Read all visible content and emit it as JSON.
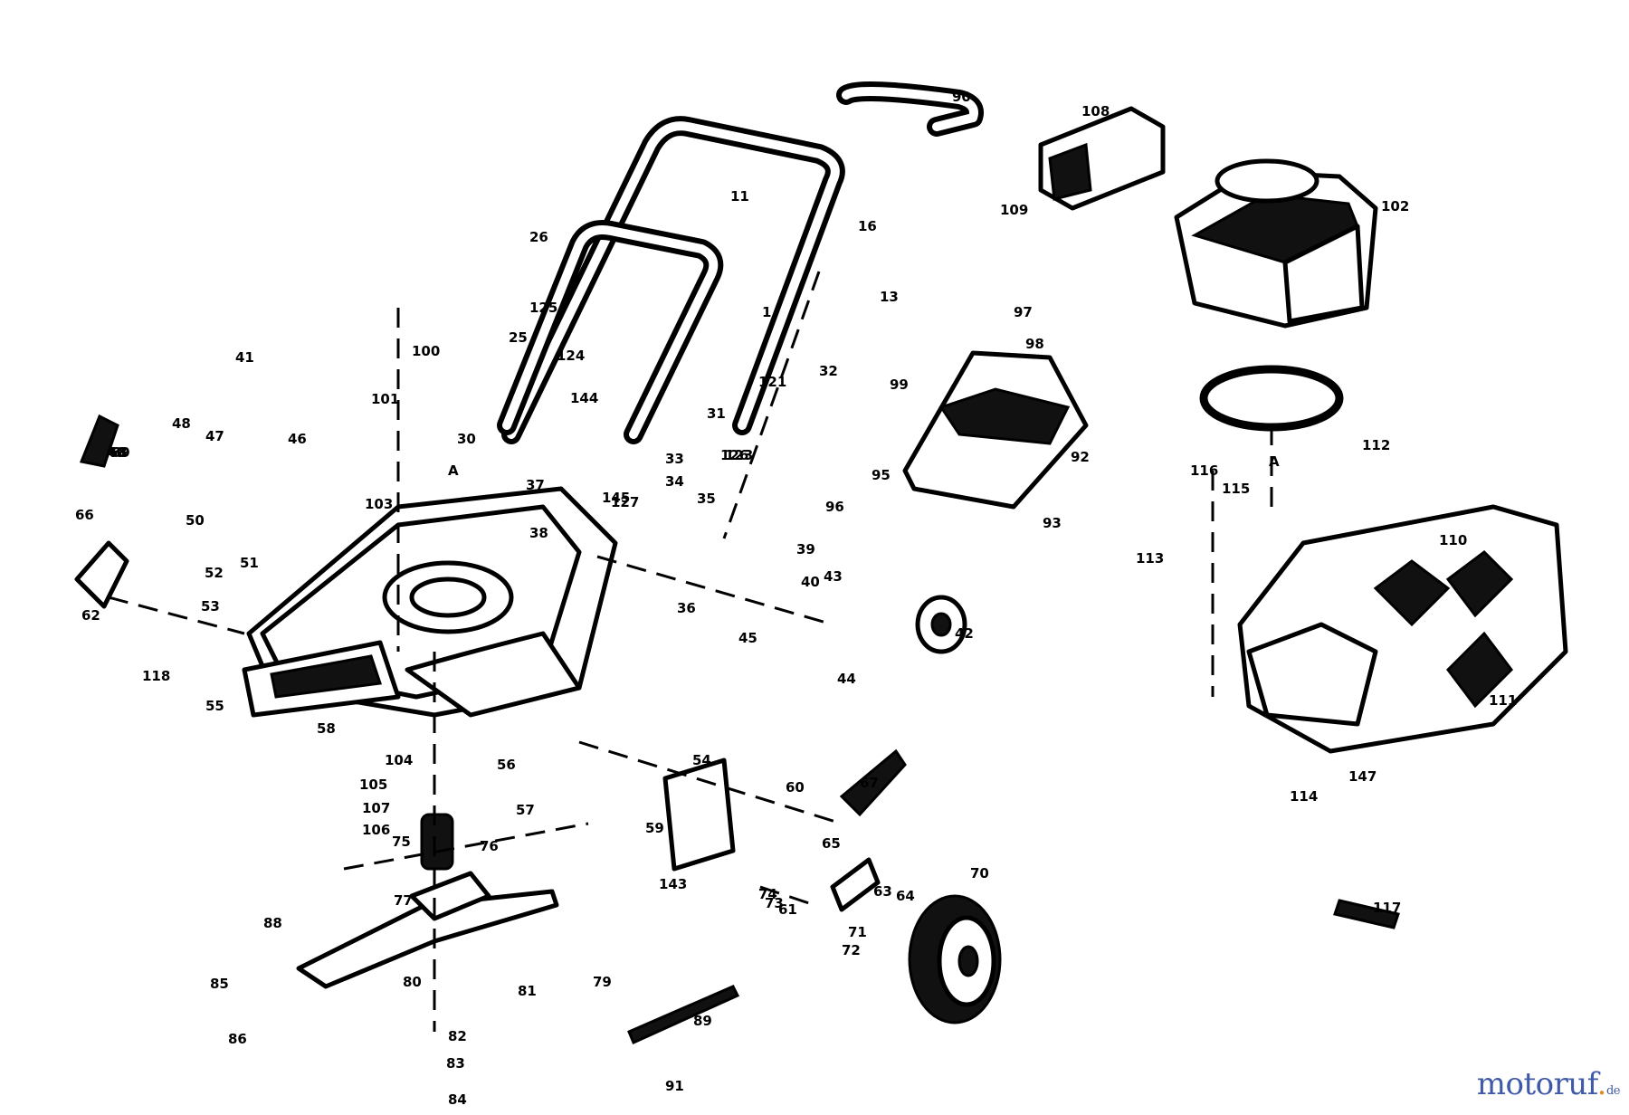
{
  "diagram": {
    "labels": [
      "1",
      "11",
      "13",
      "16",
      "25",
      "26",
      "30",
      "31",
      "32",
      "33",
      "34",
      "35",
      "36",
      "37",
      "38",
      "39",
      "40",
      "41",
      "42",
      "43",
      "44",
      "45",
      "46",
      "47",
      "48",
      "49",
      "50",
      "51",
      "52",
      "53",
      "54",
      "55",
      "56",
      "57",
      "58",
      "59",
      "60",
      "61",
      "62",
      "63",
      "64",
      "65",
      "66",
      "67",
      "68",
      "69",
      "70",
      "71",
      "72",
      "73",
      "74",
      "75",
      "76",
      "77",
      "79",
      "80",
      "81",
      "82",
      "83",
      "84",
      "85",
      "86",
      "88",
      "89",
      "90",
      "91",
      "92",
      "93",
      "95",
      "96",
      "97",
      "98",
      "99",
      "100",
      "101",
      "102",
      "103",
      "104",
      "105",
      "106",
      "107",
      "108",
      "109",
      "110",
      "111",
      "112",
      "113",
      "114",
      "115",
      "116",
      "117",
      "118",
      "121",
      "123",
      "124",
      "125",
      "126",
      "127",
      "143",
      "144",
      "145",
      "147"
    ],
    "marker_a": "A"
  },
  "watermark": {
    "brand_main": "motoruf",
    "brand_accent": ".",
    "brand_suffix": "de"
  }
}
